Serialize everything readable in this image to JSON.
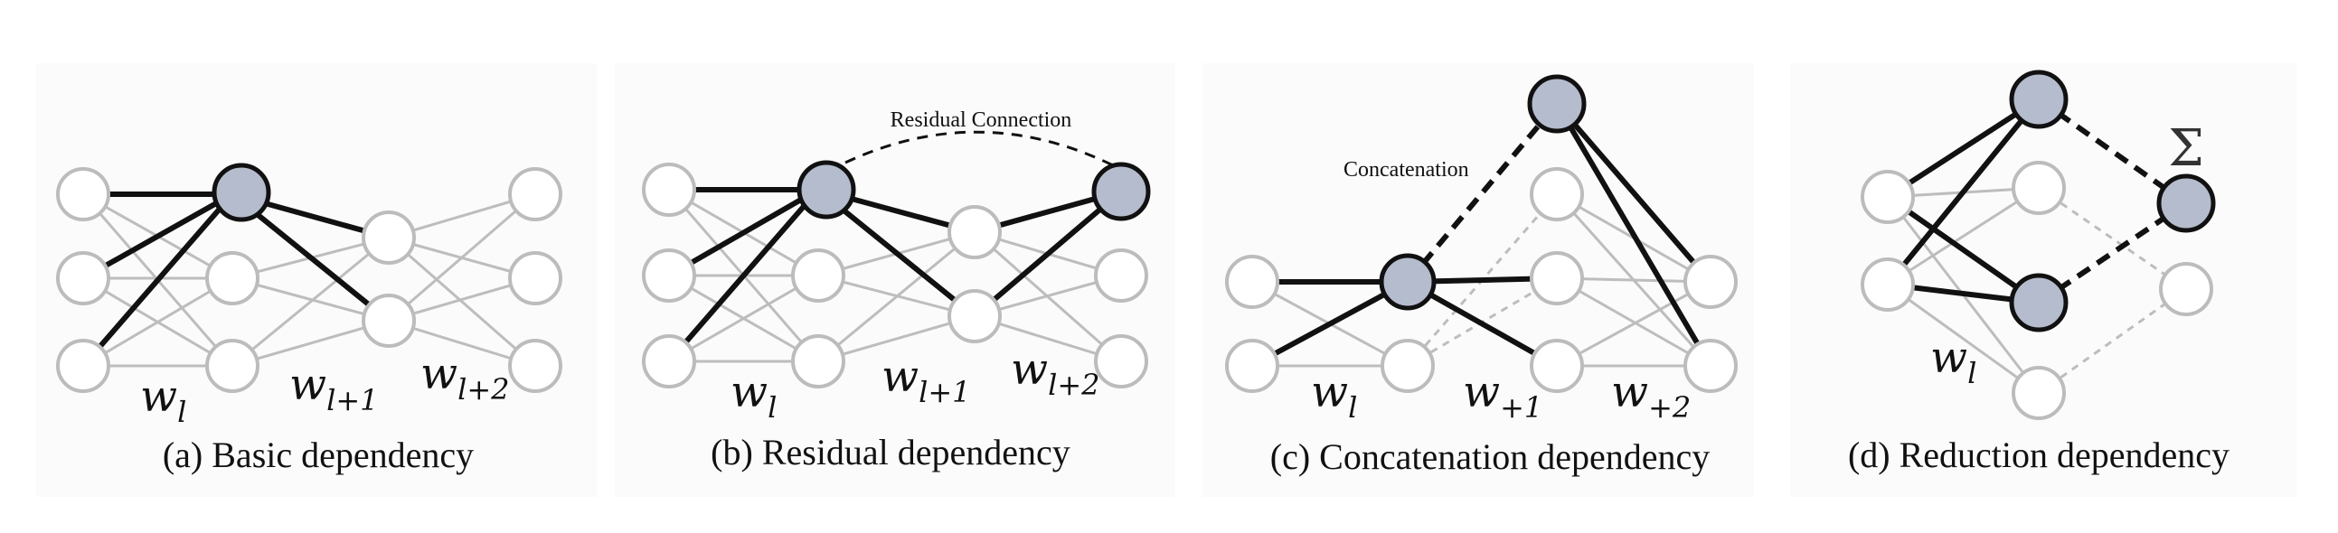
{
  "figure": {
    "panels": [
      {
        "id": "a",
        "caption": "(a) Basic dependency",
        "weight_labels": [
          {
            "main": "w",
            "sub": "l"
          },
          {
            "main": "w",
            "sub": "l+1"
          },
          {
            "main": "w",
            "sub": "l+2"
          }
        ]
      },
      {
        "id": "b",
        "caption": "(b) Residual dependency",
        "annotation": "Residual Connection",
        "weight_labels": [
          {
            "main": "w",
            "sub": "l"
          },
          {
            "main": "w",
            "sub": "l+1"
          },
          {
            "main": "w",
            "sub": "l+2"
          }
        ]
      },
      {
        "id": "c",
        "caption": "(c) Concatenation dependency",
        "annotation": "Concatenation",
        "weight_labels": [
          {
            "main": "w",
            "sub": "l"
          },
          {
            "main": "w",
            "sub": "+1"
          },
          {
            "main": "w",
            "sub": "+2"
          }
        ]
      },
      {
        "id": "d",
        "caption": "(d) Reduction dependency",
        "sum_symbol": "Σ",
        "weight_labels": [
          {
            "main": "w",
            "sub": "l"
          }
        ]
      }
    ],
    "colors": {
      "highlight_node_fill": "#b4bccd",
      "node_fill": "#ffffff",
      "light_edge": "#bdbdbd",
      "light_node_stroke": "#bcbcbc",
      "dark_edge": "#111111"
    }
  }
}
